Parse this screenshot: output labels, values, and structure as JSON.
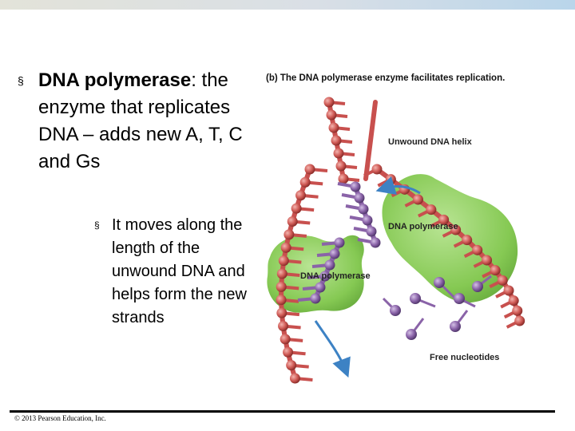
{
  "bullets": {
    "main": {
      "marker": "§",
      "term": "DNA polymerase",
      "rest": ": the enzyme that replicates DNA – adds new A, T, C and Gs"
    },
    "sub": {
      "marker": "§",
      "text": "It moves along the length of the unwound DNA and helps form the new strands"
    }
  },
  "figure": {
    "caption": "(b) The DNA polymerase enzyme facilitates replication.",
    "labels": {
      "unwound": "Unwound DNA helix",
      "polymerase_right": "DNA polymerase",
      "polymerase_left": "DNA polymerase",
      "free": "Free nucleotides"
    },
    "colors": {
      "enzyme": "#7fc64a",
      "original_strand": "#c8504e",
      "new_strand": "#8a63a8",
      "arrow": "#3d82c4"
    }
  },
  "footer": {
    "copyright": "© 2013 Pearson Education, Inc."
  }
}
